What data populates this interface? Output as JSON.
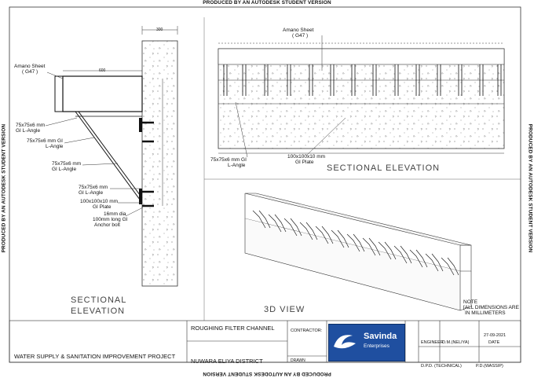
{
  "watermark": "PRODUCED BY AN AUTODESK STUDENT VERSION",
  "left_view": {
    "top_dim": "300",
    "inner_dim": "600",
    "labels": {
      "amano": "Amano Sheet",
      "amano_sub": "( G47 )",
      "l1a": "75x75x6 mm",
      "l1b": "GI L-Angle",
      "l2a": "75x75x6 mm GI",
      "l2b": "L-Angle",
      "l3a": "75x75x6 mm",
      "l3b": "GI L-Angle",
      "l4a": "75x75x6 mm",
      "l4b": "GI L-Angle",
      "l5a": "100x100x10 mm",
      "l5b": "GI Plate",
      "l6a": "16mm dia",
      "l6b": "100mm long GI",
      "l6c": "Anchor bolt"
    },
    "title_line1": "SECTIONAL",
    "title_line2": "ELEVATION"
  },
  "right_view": {
    "amano": "Amano Sheet",
    "amano_sub": "( G47 )",
    "angle_a": "75x75x6 mm GI",
    "angle_b": "L-Angle",
    "plate_a": "100x100x10 mm",
    "plate_b": "GI Plate",
    "title": "SECTIONAL ELEVATION"
  },
  "view_3d": {
    "title": "3D VIEW",
    "note_line1": "NOTE",
    "note_line2": "[ALL DIMENSIONS ARE",
    "note_line3": "IN MILLIMETERS"
  },
  "title_block": {
    "project": "WATER SUPPLY & SANITATION IMPROVEMENT PROJECT",
    "drawing_title": "ROUGHING FILTER  CHANNEL",
    "district": "NUWARA ELIYA DISTRICT",
    "contractor_label": "CONTRACTOR:",
    "drawn_label": "DRAWN",
    "engineer_label": "ENGINEER",
    "engineer_value": "D.M.(NELIYA)",
    "date_value": "27-09-2021",
    "date_label": "DATE",
    "dpd": "D.P.D. (TECHNICAL)",
    "pd": "P.D.(WASSIP)",
    "logo_name": "Savinda",
    "logo_sub": "Enterprises"
  }
}
